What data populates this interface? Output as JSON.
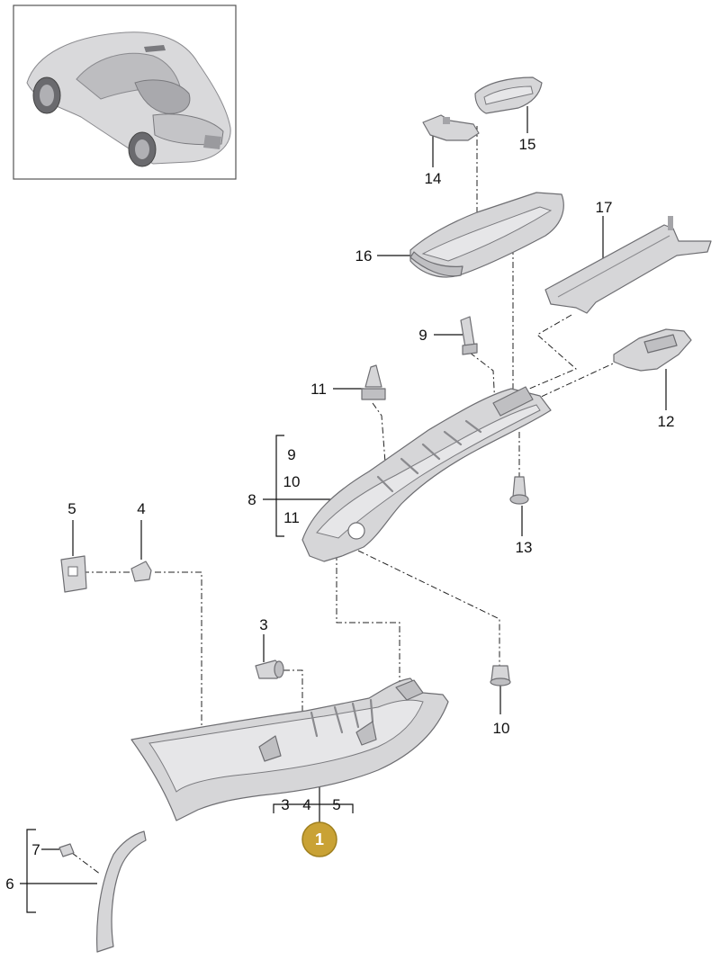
{
  "callouts": {
    "c1": "1",
    "c3": "3",
    "c4": "4",
    "c5": "5",
    "c6": "6",
    "c7": "7",
    "c8": "8",
    "c9": "9",
    "c10": "10",
    "c11": "11",
    "c12": "12",
    "c13": "13",
    "c14": "14",
    "c15": "15",
    "c16": "16",
    "c17": "17",
    "g8_9": "9",
    "g8_10": "10",
    "g8_11": "11",
    "g1_3": "3",
    "g1_4": "4",
    "g1_5": "5"
  },
  "colors": {
    "badge": "#c9a235",
    "part": "#d6d6d8",
    "outline": "#6e6e72"
  }
}
